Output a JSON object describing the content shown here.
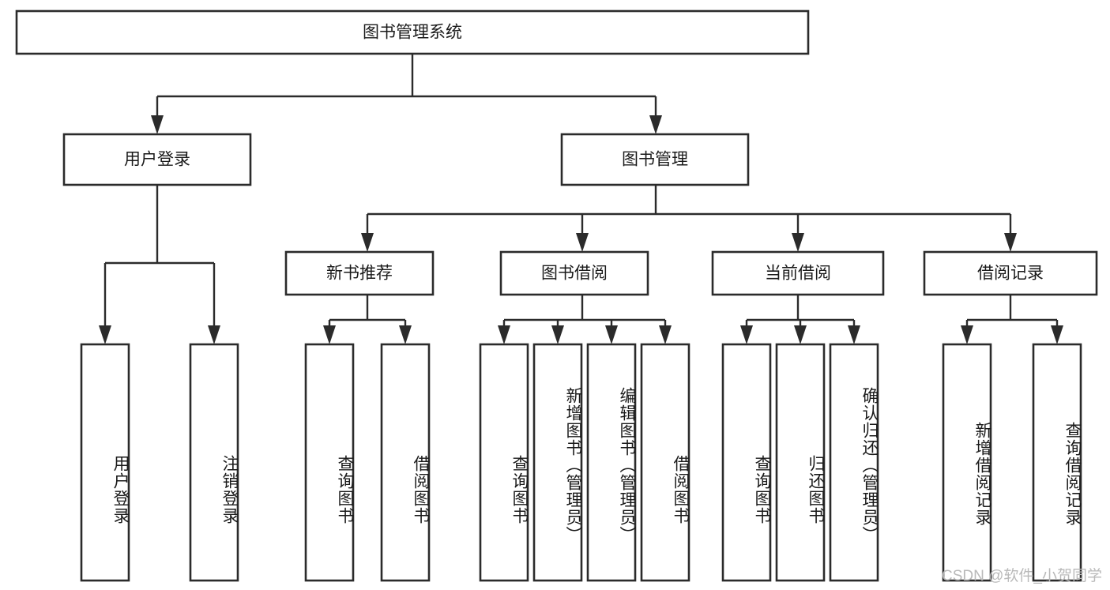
{
  "diagram": {
    "type": "tree-hierarchy-chart",
    "title": "图书管理系统",
    "orientation": "top-down",
    "colors": {
      "box_stroke": "#2b2b2b",
      "box_fill": "#ffffff",
      "connector": "#2b2b2b",
      "text": "#1a1a1a",
      "watermark": "#b9b9b9",
      "background": "#ffffff"
    },
    "root": {
      "label": "图书管理系统"
    },
    "level2": [
      {
        "label": "用户登录"
      },
      {
        "label": "图书管理"
      }
    ],
    "level3": [
      {
        "label": "新书推荐"
      },
      {
        "label": "图书借阅"
      },
      {
        "label": "当前借阅"
      },
      {
        "label": "借阅记录"
      }
    ],
    "leaves": {
      "user_login": [
        {
          "label": "用户登录"
        },
        {
          "label": "注销登录"
        }
      ],
      "new_book_recommend": [
        {
          "label": "查询图书"
        },
        {
          "label": "借阅图书"
        }
      ],
      "book_borrow": [
        {
          "label": "查询图书"
        },
        {
          "label": "新增图书（管理员）"
        },
        {
          "label": "编辑图书（管理员）"
        },
        {
          "label": "借阅图书"
        }
      ],
      "current_borrow": [
        {
          "label": "查询图书"
        },
        {
          "label": "归还图书"
        },
        {
          "label": "确认归还（管理员）"
        }
      ],
      "borrow_record": [
        {
          "label": "新增借阅记录"
        },
        {
          "label": "查询借阅记录"
        }
      ]
    },
    "watermark": "CSDN @软件_小贺同学"
  }
}
